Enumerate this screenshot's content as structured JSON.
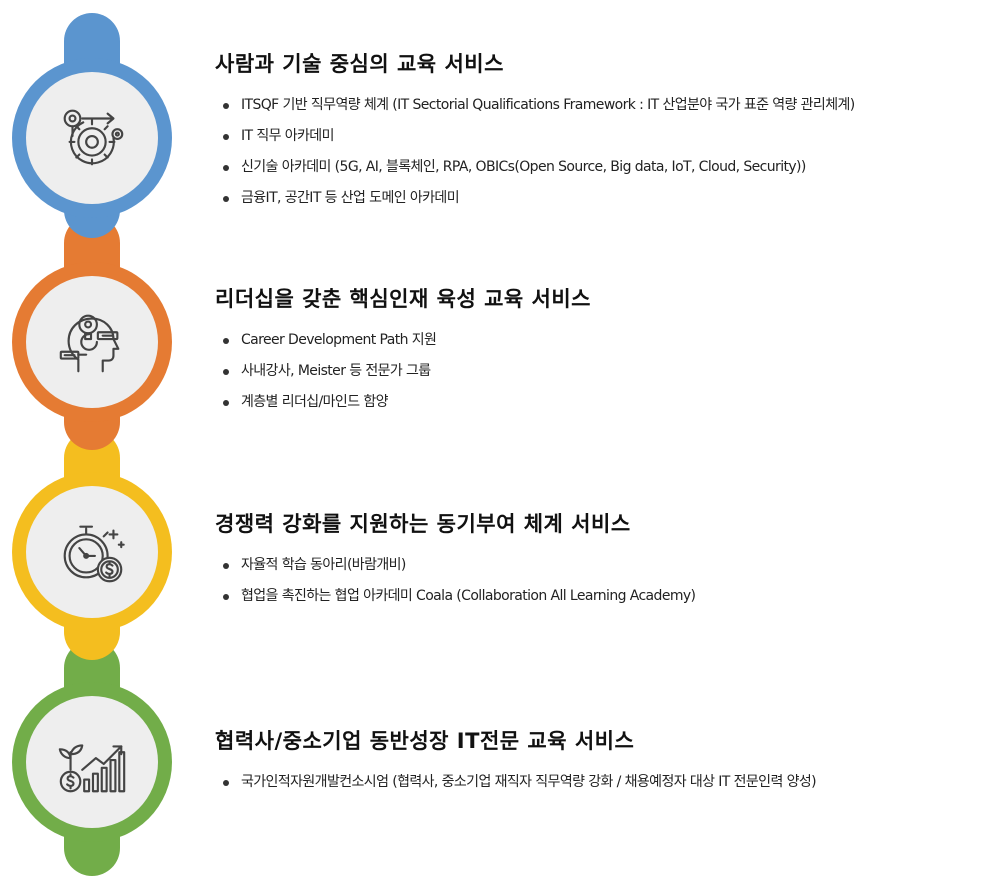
{
  "colors": {
    "blue": "#5b95cf",
    "orange": "#e57b33",
    "yellow": "#f4be1f",
    "green": "#72ad49",
    "disc": "#eeeeee",
    "icon": "#444444"
  },
  "sections": [
    {
      "icon": "gear-target-icon",
      "title": "사람과 기술 중심의 교육 서비스",
      "items": [
        "ITSQF 기반 직무역량 체계 (IT Sectorial Qualifications Framework : IT 산업분야 국가 표준 역량 관리체계)",
        "IT 직무 아카데미",
        "신기술 아카데미 (5G, AI, 블록체인, RPA, OBICs(Open Source, Big data, IoT, Cloud, Security))",
        "금융IT, 공간IT 등 산업 도메인 아카데미"
      ]
    },
    {
      "icon": "head-lightbulb-icon",
      "title": "리더십을 갖춘 핵심인재 육성 교육 서비스",
      "items": [
        "Career Development Path 지원",
        "사내강사, Meister 등 전문가 그룹",
        "계층별 리더십/마인드 함양"
      ]
    },
    {
      "icon": "stopwatch-coin-icon",
      "title": "경쟁력 강화를 지원하는 동기부여 체계 서비스",
      "items": [
        "자율적 학습 동아리(바람개비)",
        "협업을 촉진하는 협업 아카데미 Coala (Collaboration All Learning Academy)"
      ]
    },
    {
      "icon": "growth-chart-icon",
      "title": "협력사/중소기업 동반성장 IT전문 교육 서비스",
      "items": [
        "국가인적자원개발컨소시엄 (협력사, 중소기업 재직자 직무역량 강화 / 채용예정자 대상 IT 전문인력 양성)"
      ]
    }
  ]
}
